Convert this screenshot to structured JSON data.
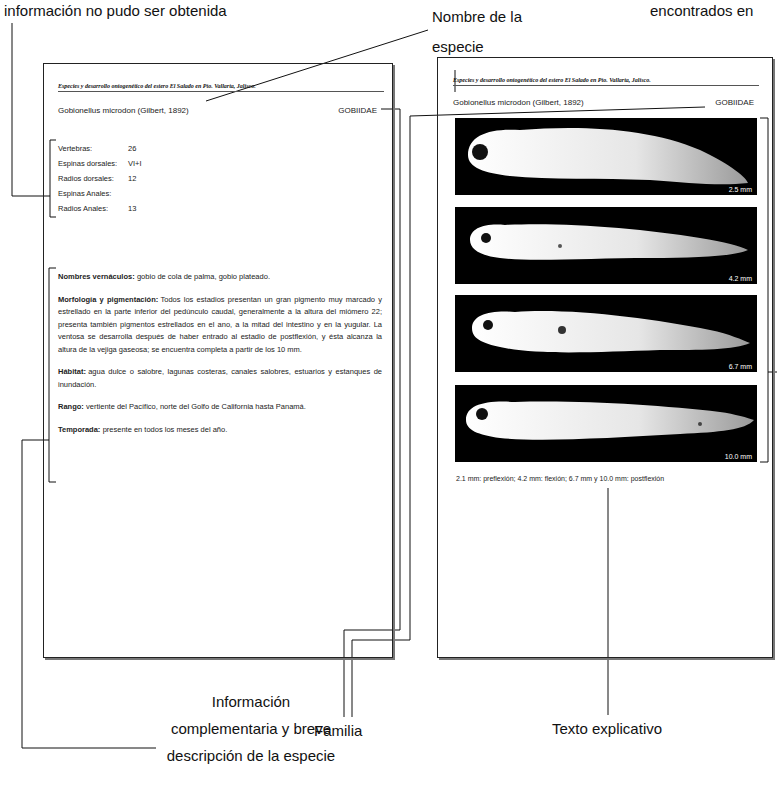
{
  "diagram": {
    "nodes": [
      {
        "text": [
          "Especies y desarrollo ontogenético del estero El Salado en Pto. Vallarta, Jalisco.",
          "Gobionellus microdon (Gilbert, 1892)",
          "GOBIIDAE",
          "Vertebras:",
          "26",
          "Espinas dorsales:",
          "VI+I",
          "Radios dorsales:",
          "12",
          "Espinas Anales:",
          "Radios Anales:",
          "13",
          "Nombres vernáculos:",
          "gobio de cola de palma, gobio plateado.",
          "Morfología y pigmentación:",
          "Todos los estadios presentan un gran pigmento muy marcado y estrellado en la parte inferior del pedúnculo caudal, generalmente a la altura del miómero 22; presenta también pigmentos estrellados en el ano, a la mitad del intestino y en la yugular. La ventosa se desarrolla después de haber entrado al estadio de postflexión, y ésta alcanza la altura de la vejiga gaseosa; se encuentra completa a partir de los 10 mm.",
          "Hábitat:",
          "agua dulce o salobre, lagunas costeras, canales salobres, estuarios y estanques de inundación.",
          "Rango:",
          "vertiente del Pacífico, norte del Golfo de California hasta Panamá.",
          "Temporada:",
          "presente en todos los meses del año."
        ]
      },
      {
        "text": [
          "Especies y desarrollo ontogenético del estero El Salado en Pto. Vallarta, Jalisco.",
          "Gobionellus microdon (Gilbert, 1892)",
          "GOBIIDAE",
          "2.1 mm: preflexión; 4.2 mm: flexión; 6.7 mm y 10.0 mm: postflexión"
        ]
      },
      {
        "text": [
          "2.5 mm"
        ],
        "in": 1
      },
      {
        "text": [
          "4.2 mm"
        ],
        "in": 1
      },
      {
        "text": [
          "6.7 mm"
        ],
        "in": 1
      },
      {
        "text": [
          "10.0 mm"
        ],
        "in": 1
      }
    ],
    "labels": [
      "información no pudo ser obtenida",
      "Nombre de la especie",
      "encontrados en",
      "Información complementaria y breve descripción de la especie",
      "Familia",
      "Texto explicativo"
    ]
  }
}
